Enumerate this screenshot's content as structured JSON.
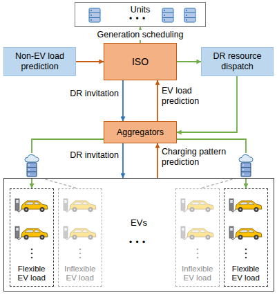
{
  "diagram": {
    "nodes": [
      {
        "text": [
          "Units"
        ]
      },
      {
        "text": [
          "Non-EV load prediction"
        ]
      },
      {
        "text": [
          "ISO"
        ]
      },
      {
        "text": [
          "DR resource dispatch"
        ]
      },
      {
        "text": [
          "Aggregators"
        ]
      },
      {
        "text": [
          "EVs"
        ]
      },
      {
        "text": [
          "Flexible EV load"
        ],
        "in": 5
      },
      {
        "text": [
          "Inflexible EV load"
        ],
        "in": 5
      },
      {
        "text": [
          "Inflexible EV load"
        ],
        "in": 5
      },
      {
        "text": [
          "Flexible EV load"
        ],
        "in": 5
      }
    ],
    "edges": [
      {
        "from": 2,
        "to": 0,
        "arrow": "to",
        "label": "Generation scheduling"
      },
      {
        "from": 1,
        "to": 2,
        "arrow": "to"
      },
      {
        "from": 2,
        "to": 3,
        "arrow": "to"
      },
      {
        "from": 2,
        "to": 4,
        "arrow": "to",
        "label": "DR invitation"
      },
      {
        "from": 4,
        "to": 2,
        "arrow": "to",
        "label": "EV load prediction"
      },
      {
        "from": 3,
        "to": 4,
        "arrow": "to"
      },
      {
        "from": 4,
        "to": 5,
        "arrow": "to",
        "label": "DR invitation"
      },
      {
        "from": 5,
        "to": 4,
        "arrow": "to",
        "label": "Charging pattern prediction"
      },
      {
        "from": 4,
        "to": 6,
        "arrow": "to"
      },
      {
        "from": 4,
        "to": 9,
        "arrow": "to"
      }
    ],
    "labels": [
      "• • •",
      "• • •"
    ]
  }
}
